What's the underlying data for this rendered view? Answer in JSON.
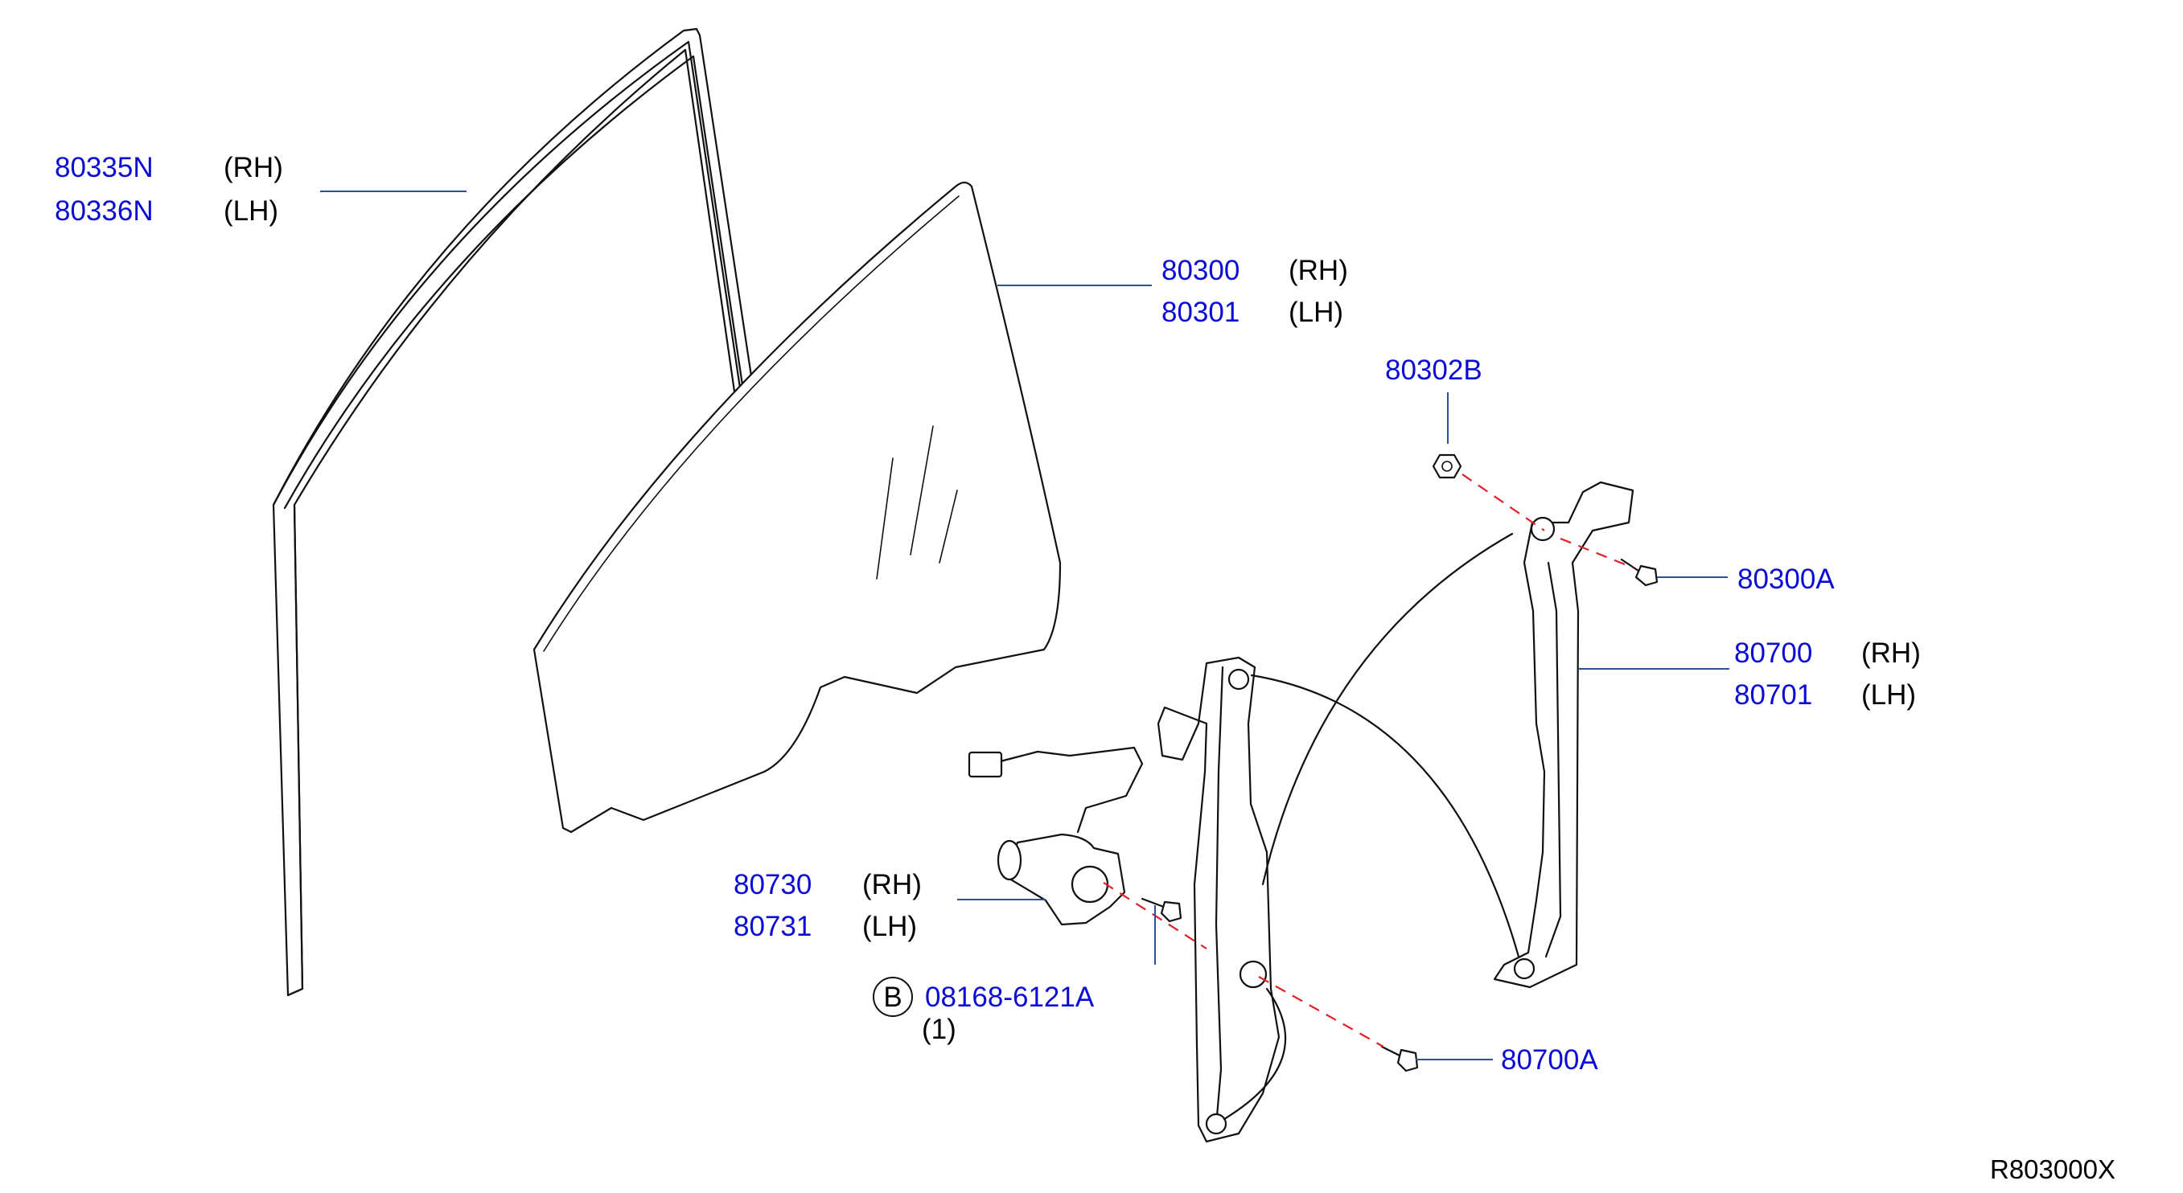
{
  "diagram_ref": "R803000X",
  "callouts": {
    "sash": {
      "rh_number": "80335N",
      "rh_side": "(RH)",
      "lh_number": "80336N",
      "lh_side": "(LH)"
    },
    "glass": {
      "rh_number": "80300",
      "rh_side": "(RH)",
      "lh_number": "80301",
      "lh_side": "(LH)"
    },
    "nut": {
      "number": "80302B"
    },
    "glass_bolt": {
      "number": "80300A"
    },
    "regulator": {
      "rh_number": "80700",
      "rh_side": "(RH)",
      "lh_number": "80701",
      "lh_side": "(LH)"
    },
    "motor": {
      "rh_number": "80730",
      "rh_side": "(RH)",
      "lh_number": "80731",
      "lh_side": "(LH)"
    },
    "motor_bolt": {
      "circle_letter": "B",
      "number": "08168-6121A",
      "quantity": "(1)"
    },
    "regulator_bolt": {
      "number": "80700A"
    }
  },
  "colors": {
    "part_number": "#0b0bd6",
    "leader": "#2d4f9e",
    "centerline": "#e0202a"
  }
}
